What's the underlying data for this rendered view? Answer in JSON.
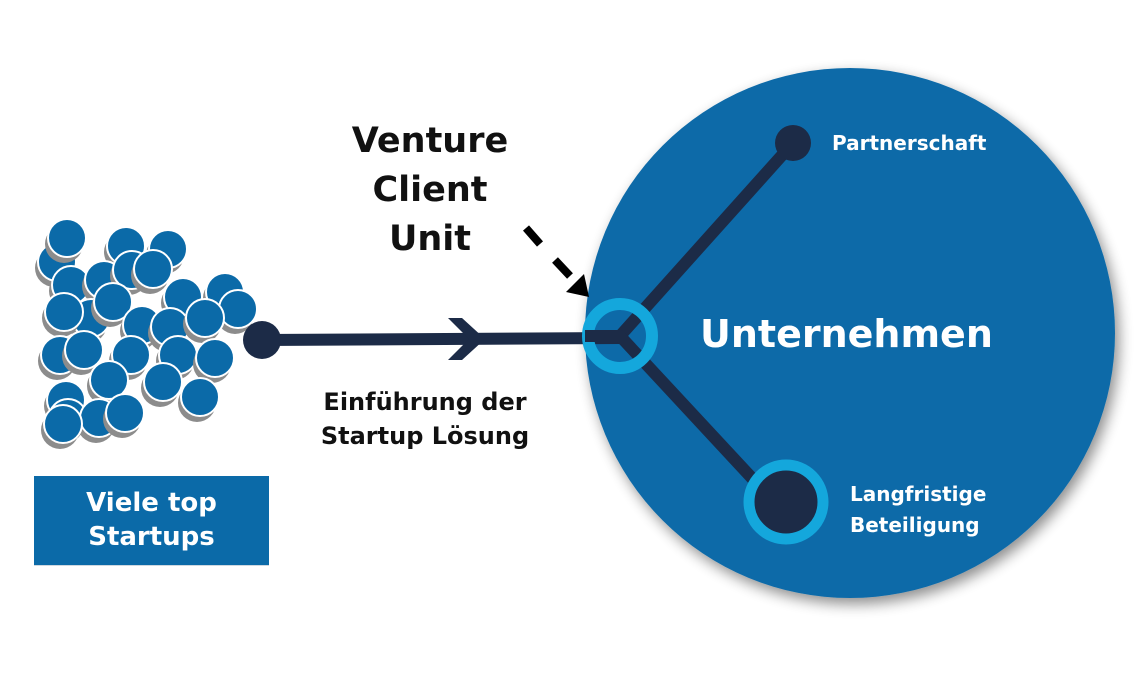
{
  "colors": {
    "primary_blue": "#0b6aa8",
    "dark_navy": "#1c2b47",
    "light_blue_ring": "#14a7dc",
    "text_dark": "#111111",
    "text_light": "#ffffff"
  },
  "startups": {
    "label_line1": "Viele top",
    "label_line2": "Startups"
  },
  "process": {
    "label_line1": "Einführung der",
    "label_line2": "Startup Lösung"
  },
  "venture_client_unit": {
    "line1": "Venture",
    "line2": "Client",
    "line3": "Unit"
  },
  "company": {
    "title": "Unternehmen",
    "branches": [
      {
        "label_line1": "Partnerschaft",
        "label_line2": ""
      },
      {
        "label_line1": "Langfristige",
        "label_line2": "Beteiligung"
      }
    ]
  }
}
